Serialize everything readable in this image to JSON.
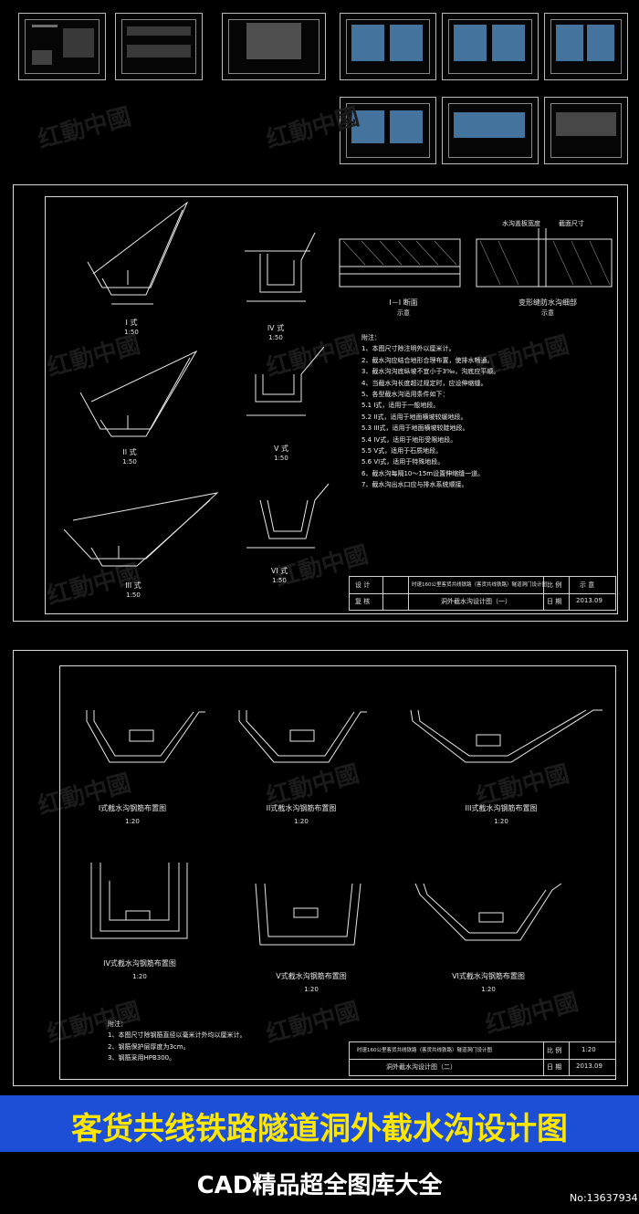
{
  "top_thumbnails": [
    {
      "id": "thumb-1"
    },
    {
      "id": "thumb-2"
    },
    {
      "id": "thumb-3"
    },
    {
      "id": "thumb-4"
    },
    {
      "id": "thumb-5"
    },
    {
      "id": "thumb-6"
    },
    {
      "id": "thumb-7"
    },
    {
      "id": "thumb-8"
    },
    {
      "id": "thumb-9"
    }
  ],
  "sheet1": {
    "section_labels": {
      "type1": "I 式",
      "type1_scale": "1:50",
      "type2": "II 式",
      "type2_scale": "1:50",
      "type3": "III 式",
      "type3_scale": "1:50",
      "type4": "IV 式",
      "type4_scale": "1:50",
      "type5": "V 式",
      "type5_scale": "1:50",
      "type6": "VI 式",
      "type6_scale": "1:50",
      "detail1": "I－I 断面",
      "detail1_scale": "示意",
      "detail2": "变形缝防水沟细部",
      "detail2_scale": "示意",
      "detail_top_a": "水沟盖板宽度",
      "detail_top_b": "截面尺寸"
    },
    "notes_title": "附注：",
    "notes": [
      "1、本图尺寸除注明外以厘米计。",
      "2、截水沟应结合地形合理布置，使排水畅通。",
      "3、截水沟沟底纵坡不宜小于3‰，沟底应平顺。",
      "4、当截水沟长度超过规定时，应设伸缩缝。",
      "5、各型截水沟适用条件如下：",
      "5.1 I式，适用于一般地段。",
      "5.2 II式，适用于地面横坡较缓地段。",
      "5.3 III式，适用于地面横坡较陡地段。",
      "5.4 IV式，适用于地形受限地段。",
      "5.5 V式，适用于石质地段。",
      "5.6 VI式，适用于特殊地段。",
      "6、截水沟每隔10～15m设置伸缩缝一道。",
      "7、截水沟出水口应与排水系统顺接。"
    ],
    "title_block": {
      "design_label": "设 计",
      "review_label": "复 核",
      "drawing_title_1": "时速160公里客货共线铁路（客货共线铁路）隧道洞门设计图",
      "drawing_title_2": "洞外截水沟设计图（一）",
      "scale_label": "比 例",
      "scale_value": "示 意",
      "date_label": "日 期",
      "date_value": "2013.09"
    }
  },
  "sheet2": {
    "section_labels": {
      "s1": "I式截水沟钢筋布置图",
      "s1_scale": "1:20",
      "s2": "II式截水沟钢筋布置图",
      "s2_scale": "1:20",
      "s3": "III式截水沟钢筋布置图",
      "s3_scale": "1:20",
      "s4": "IV式截水沟钢筋布置图",
      "s4_scale": "1:20",
      "s5": "V式截水沟钢筋布置图",
      "s5_scale": "1:20",
      "s6": "VI式截水沟钢筋布置图",
      "s6_scale": "1:20"
    },
    "notes_title": "附注：",
    "notes": [
      "1、本图尺寸除钢筋直径以毫米计外均以厘米计。",
      "2、钢筋保护层厚度为3cm。",
      "3、钢筋采用HPB300。"
    ],
    "title_block": {
      "drawing_title_1": "时速160公里客货共线铁路（客货共线铁路）隧道洞门设计图",
      "drawing_title_2": "洞外截水沟设计图（二）",
      "scale_label": "比 例",
      "scale_value": "1:20",
      "date_label": "日 期",
      "date_value": "2013.09"
    }
  },
  "banner": {
    "title": "客货共线铁路隧道洞外截水沟设计图",
    "subtitle": "CAD精品超全图库大全",
    "serial": "No:13637934"
  },
  "colors": {
    "background": "#000000",
    "banner_bg": "#1d4fd6",
    "banner_text": "#ffe600",
    "line": "#d9d9d9",
    "accent_blue": "#5fa3e0"
  }
}
